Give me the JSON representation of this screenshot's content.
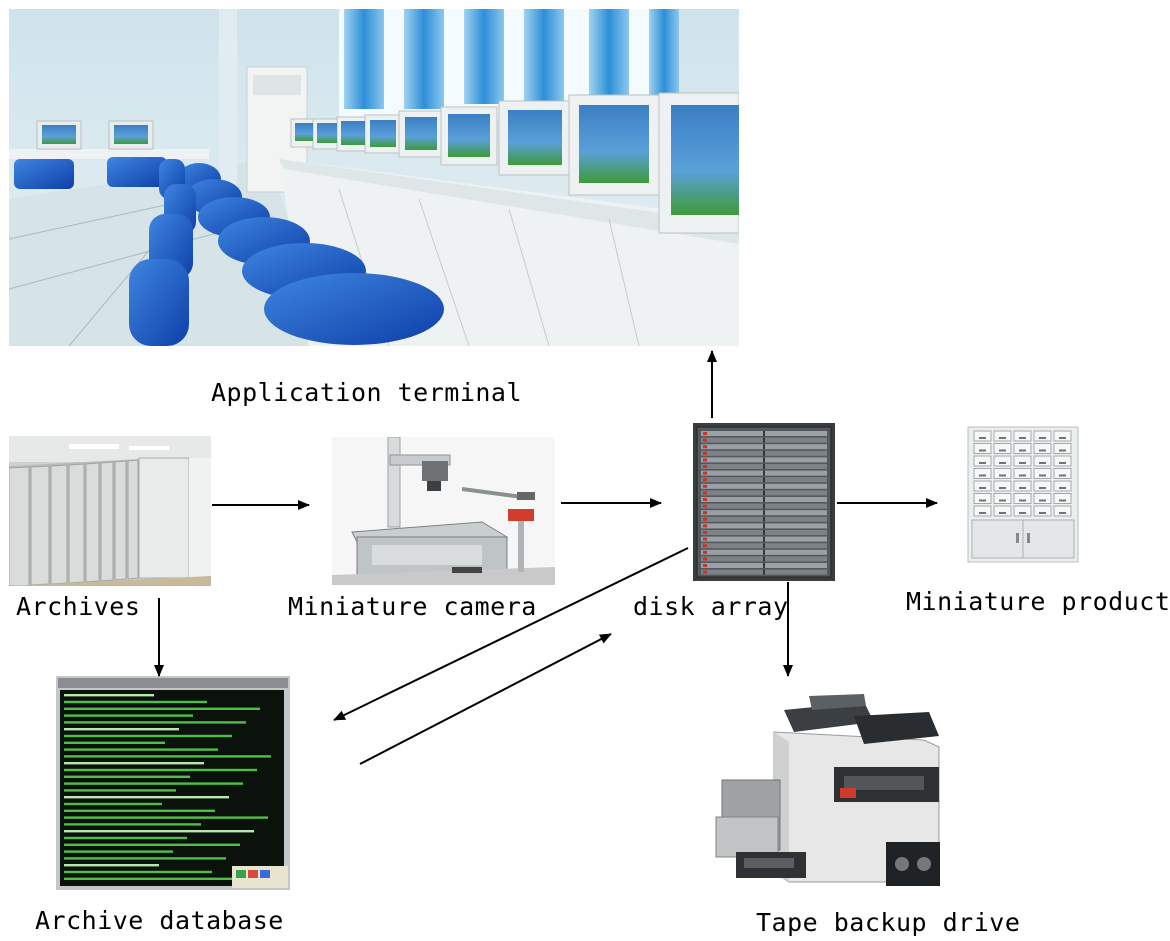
{
  "nodes": {
    "application_terminal": {
      "label": "Application terminal"
    },
    "archives": {
      "label": "Archives"
    },
    "miniature_camera": {
      "label": "Miniature camera"
    },
    "disk_array": {
      "label": "disk array"
    },
    "miniature_product": {
      "label": "Miniature product"
    },
    "archive_database": {
      "label": "Archive database"
    },
    "tape_backup_drive": {
      "label": "Tape backup drive"
    }
  },
  "edges": [
    {
      "from": "archives",
      "to": "miniature_camera"
    },
    {
      "from": "miniature_camera",
      "to": "disk_array"
    },
    {
      "from": "disk_array",
      "to": "application_terminal"
    },
    {
      "from": "disk_array",
      "to": "miniature_product"
    },
    {
      "from": "disk_array",
      "to": "tape_backup_drive"
    },
    {
      "from": "archives",
      "to": "archive_database"
    },
    {
      "from": "disk_array",
      "to": "archive_database"
    },
    {
      "from": "archive_database",
      "to": "disk_array"
    }
  ]
}
